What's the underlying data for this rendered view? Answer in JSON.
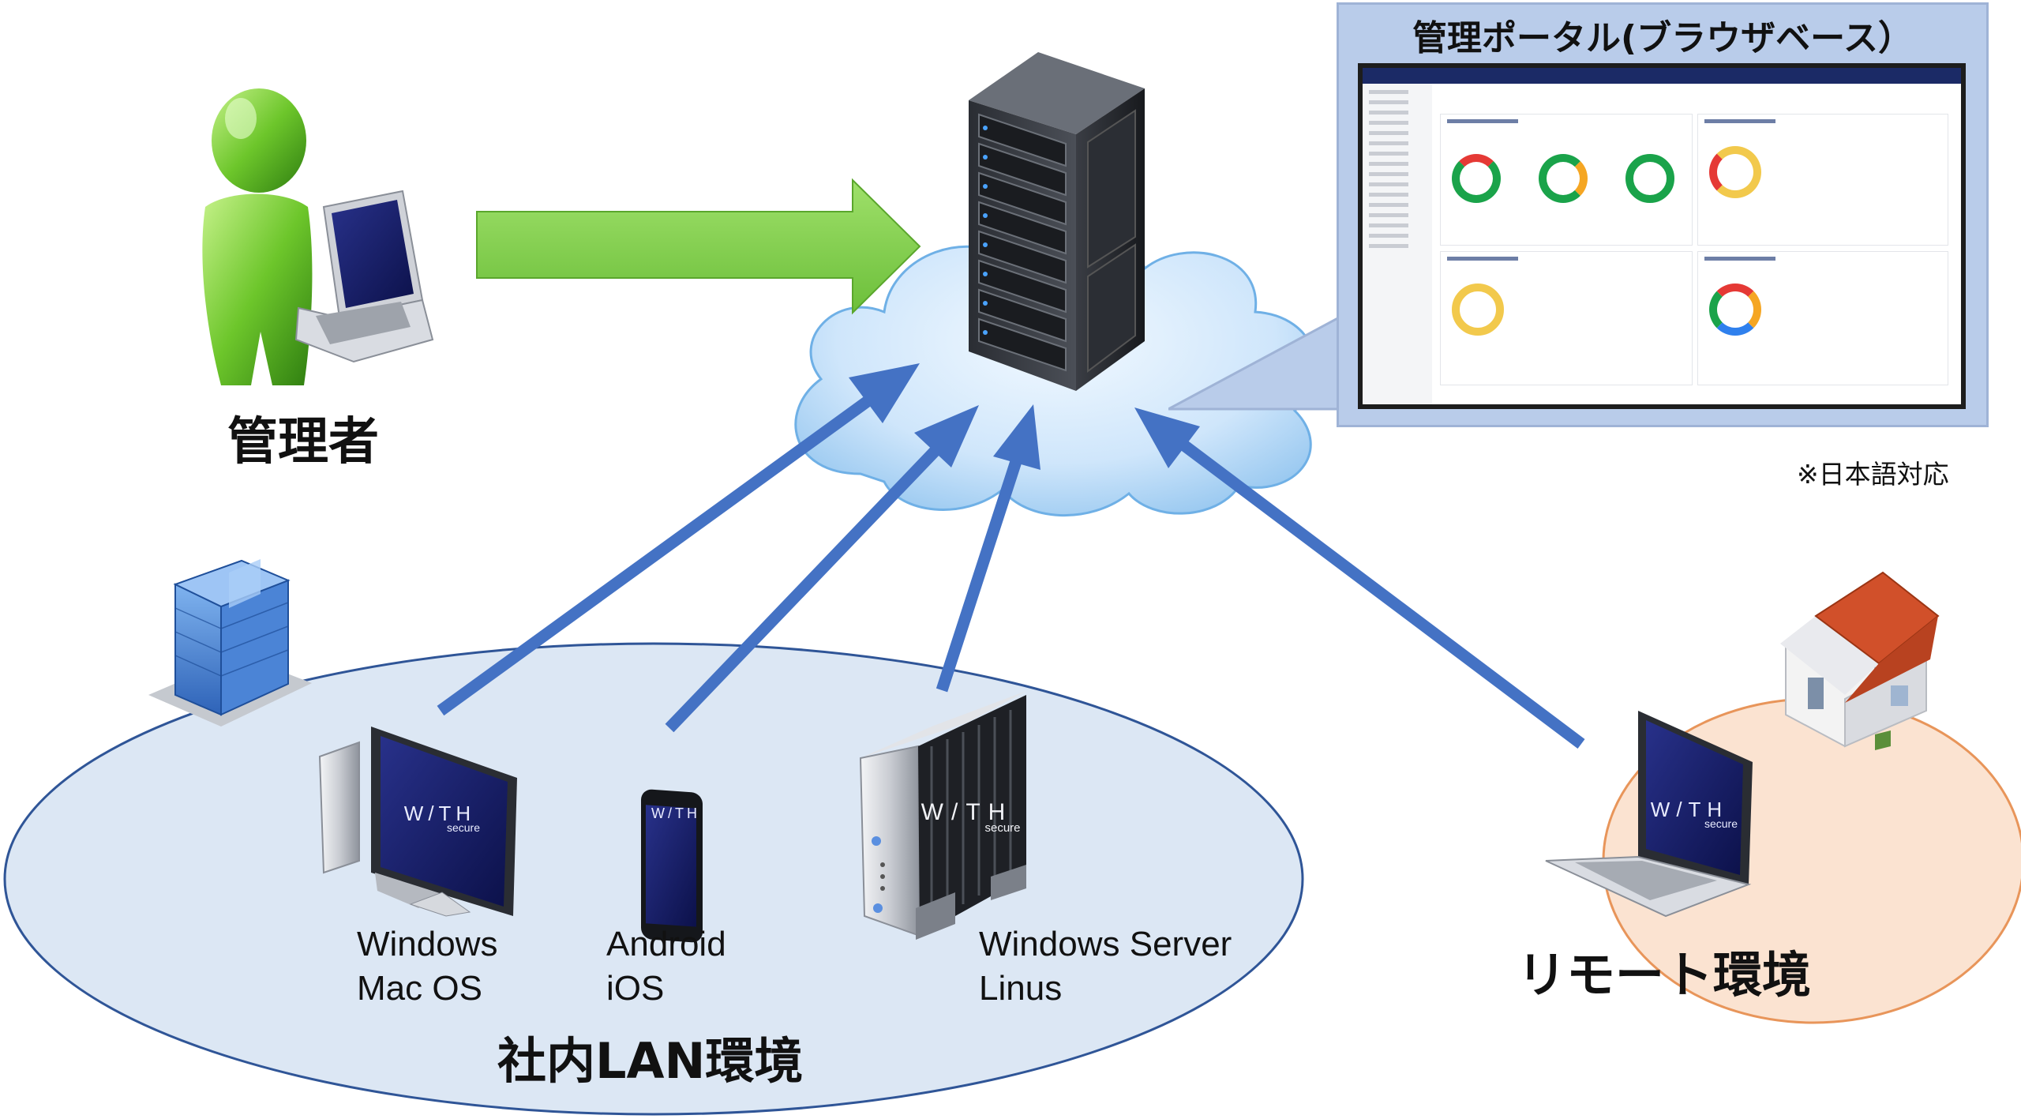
{
  "labels": {
    "admin": "管理者",
    "portal_title": "管理ポータル(ブラウザベース）",
    "japanese_support": "※日本語対応",
    "lan_environment": "社内LAN環境",
    "remote_environment": "リモート環境",
    "device_pc_line1": "Windows",
    "device_pc_line2": "Mac OS",
    "device_mobile_line1": "Android",
    "device_mobile_line2": "iOS",
    "device_server_line1": "Windows Server",
    "device_server_line2": "Linus",
    "brand_main": "W/TH",
    "brand_sub": "secure"
  },
  "colors": {
    "green_arrow": "#7ccd4a",
    "blue_arrow": "#4472c4",
    "lan_fill": "#dce7f4",
    "lan_stroke": "#2f5597",
    "remote_fill": "#fbe3d1",
    "remote_stroke": "#e8955a",
    "portal_bg": "#b9ccea"
  },
  "icons": [
    "admin-person-icon",
    "admin-laptop-icon",
    "server-rack-icon",
    "cloud-icon",
    "office-building-icon",
    "desktop-pc-icon",
    "smartphone-icon",
    "tower-server-icon",
    "house-icon",
    "remote-laptop-icon"
  ]
}
